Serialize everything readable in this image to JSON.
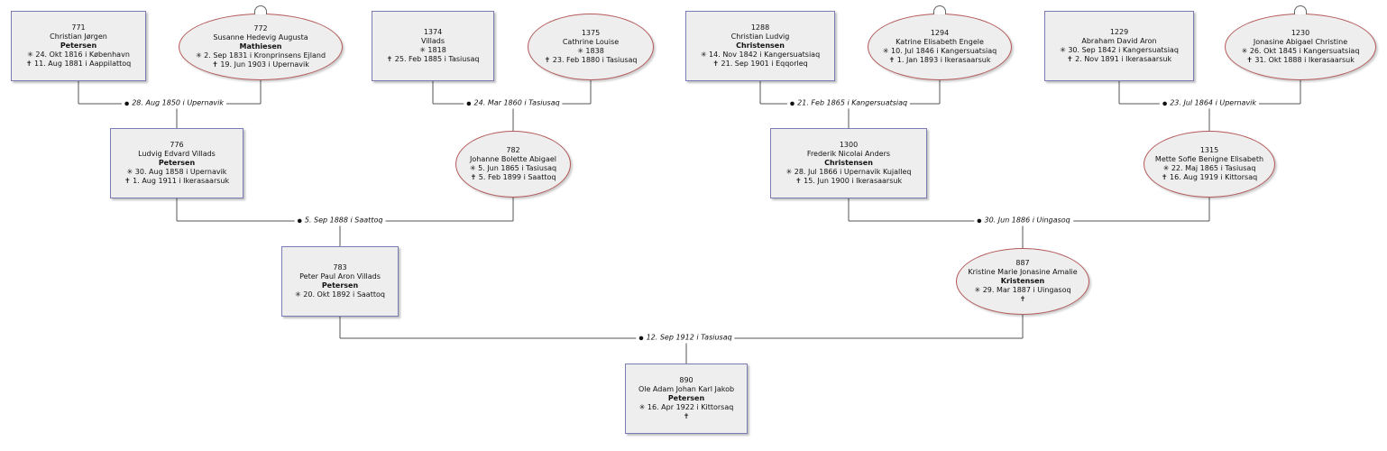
{
  "people": [
    {
      "key": "p771",
      "id": "771",
      "given": "Christian Jørgen",
      "surname": "Petersen",
      "events": [
        "✳ 24. Okt 1816 i  København",
        "✝ 11. Aug 1881 i  Aappilattoq"
      ]
    },
    {
      "key": "p772",
      "id": "772",
      "given": "Susanne Hedevig Augusta",
      "surname": "Mathiesen",
      "events": [
        "✳ 2. Sep 1831 i  Kronprinsens Ejland",
        "✝ 19. Jun 1903 i  Upernavik"
      ]
    },
    {
      "key": "p1374",
      "id": "1374",
      "given": "Villads",
      "surname": "",
      "events": [
        "✳ 1818",
        "✝ 25. Feb 1885 i  Tasiusaq"
      ]
    },
    {
      "key": "p1375",
      "id": "1375",
      "given": "Cathrine Louise",
      "surname": "",
      "events": [
        "✳ 1838",
        "✝ 23. Feb 1880 i  Tasiusaq"
      ]
    },
    {
      "key": "p1288",
      "id": "1288",
      "given": "Christian Ludvig",
      "surname": "Christensen",
      "events": [
        "✳ 14. Nov 1842 i  Kangersuatsiaq",
        "✝ 21. Sep 1901 i  Eqqorleq"
      ]
    },
    {
      "key": "p1294",
      "id": "1294",
      "given": "Katrine Elisabeth Engele",
      "surname": "",
      "events": [
        "✳ 10. Jul 1846 i  Kangersuatsiaq",
        "✝ 1. Jan 1893 i  Ikerasaarsuk"
      ]
    },
    {
      "key": "p1229",
      "id": "1229",
      "given": "Abraham David Aron",
      "surname": "",
      "events": [
        "✳ 30. Sep 1842 i  Kangersuatsiaq",
        "✝ 2. Nov 1891 i  Ikerasaarsuk"
      ]
    },
    {
      "key": "p1230",
      "id": "1230",
      "given": "Jonasine Abigael Christine",
      "surname": "",
      "events": [
        "✳ 26. Okt 1845 i  Kangersuatsiaq",
        "✝ 31. Okt 1888 i  Ikerasaarsuk"
      ]
    },
    {
      "key": "p776",
      "id": "776",
      "given": "Ludvig Edvard Villads",
      "surname": "Petersen",
      "events": [
        "✳ 30. Aug 1858 i  Upernavik",
        "✝ 1. Aug 1911 i  Ikerasaarsuk"
      ]
    },
    {
      "key": "p782",
      "id": "782",
      "given": "Johanne Bolette Abigael",
      "surname": "",
      "events": [
        "✳ 5. Jun 1865 i  Tasiusaq",
        "✝ 5. Feb 1899 i  Saattoq"
      ]
    },
    {
      "key": "p1300",
      "id": "1300",
      "given": "Frederik Nicolai Anders",
      "surname": "Christensen",
      "events": [
        "✳ 28. Jul 1866 i  Upernavik Kujalleq",
        "✝ 15. Jun 1900 i  Ikerasaarsuk"
      ]
    },
    {
      "key": "p1315",
      "id": "1315",
      "given": "Mette Sofie Benigne Elisabeth",
      "surname": "",
      "events": [
        "✳ 22. Maj 1865 i  Tasiusaq",
        "✝ 16. Aug 1919 i  Kittorsaq"
      ]
    },
    {
      "key": "p783",
      "id": "783",
      "given": "Peter Paul Aron Villads",
      "surname": "Petersen",
      "events": [
        "✳ 20. Okt 1892 i  Saattoq"
      ]
    },
    {
      "key": "p887",
      "id": "887",
      "given": "Kristine Marie Jonasine Amalie",
      "surname": "Kristensen",
      "events": [
        "✳ 29. Mar 1887 i  Uingasoq",
        "✝"
      ]
    },
    {
      "key": "p890",
      "id": "890",
      "given": "Ole Adam Johan Karl Jakob",
      "surname": "Petersen",
      "events": [
        "✳ 16. Apr 1922 i  Kittorsaq",
        "✝"
      ]
    }
  ],
  "unions": [
    {
      "key": "u1",
      "text": "28. Aug 1850 i  Upernavik"
    },
    {
      "key": "u2",
      "text": "24. Mar 1860 i  Tasiusaq"
    },
    {
      "key": "u3",
      "text": "21. Feb 1865 i  Kangersuatsiaq"
    },
    {
      "key": "u4",
      "text": "23. Jul 1864 i  Upernavik"
    },
    {
      "key": "u5",
      "text": "5. Sep 1888 i  Saattoq"
    },
    {
      "key": "u6",
      "text": "30. Jun 1886 i  Uingasoq"
    },
    {
      "key": "u7",
      "text": "12. Sep 1912 i  Tasiusaq"
    }
  ],
  "colors": {
    "line": "#555555",
    "male_border": "#7b7bb5",
    "female_border": "#b55a5a",
    "box_fill": "#eeeeee"
  }
}
